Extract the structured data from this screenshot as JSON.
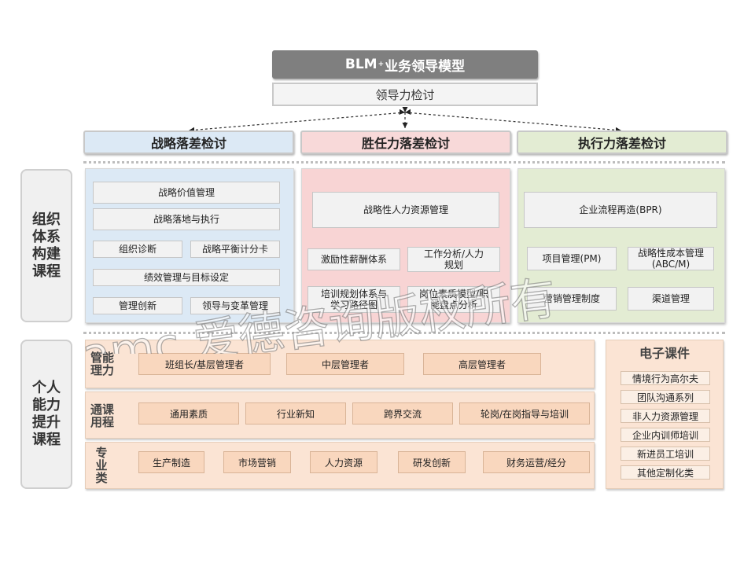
{
  "title": {
    "prefix": "BLM",
    "sup": "+",
    "suffix": "业务领导模型"
  },
  "subtitle": "领导力检讨",
  "gaps": [
    "战略落差检讨",
    "胜任力落差检讨",
    "执行力落差检讨"
  ],
  "side_labels": {
    "org": [
      "组织",
      "体系",
      "构建",
      "课程"
    ],
    "personal": [
      "个人",
      "能力",
      "提升",
      "课程"
    ]
  },
  "org": {
    "strategy": [
      "战略价值管理",
      "战略落地与执行",
      "组织诊断",
      "战略平衡计分卡",
      "绩效管理与目标设定",
      "管理创新",
      "领导与变革管理"
    ],
    "competency": [
      "战略性人力资源管理",
      "激励性薪酬体系",
      "工作分析/人力规划",
      "培训规划体系与学习路径图",
      "岗位素质模型/职能盘点分析"
    ],
    "execution": [
      "企业流程再造(BPR)",
      "项目管理(PM)",
      "战略性成本管理(ABC/M)",
      "营销管理制度",
      "渠道管理"
    ]
  },
  "personal_rows": [
    {
      "label": [
        "管能",
        "理力"
      ],
      "items": [
        "班组长/基层管理者",
        "中层管理者",
        "高层管理者"
      ]
    },
    {
      "label": [
        "通课",
        "用程"
      ],
      "items": [
        "通用素质",
        "行业新知",
        "跨界交流",
        "轮岗/在岗指导与培训"
      ]
    },
    {
      "label": [
        "专业类"
      ],
      "items": [
        "生产制造",
        "市场营销",
        "人力资源",
        "研发创新",
        "财务运营/经分"
      ]
    }
  ],
  "ecourse": {
    "title": "电子课件",
    "items": [
      "情境行为高尔夫",
      "团队沟通系列",
      "非人力资源管理",
      "企业内训师培训",
      "新进员工培训",
      "其他定制化类"
    ]
  },
  "watermark": "amc 爱德咨询版权所有",
  "colors": {
    "strategy": "#dce9f5",
    "competency": "#f8d4d4",
    "execution": "#e3ecd3",
    "personal": "#fbe4d4"
  }
}
